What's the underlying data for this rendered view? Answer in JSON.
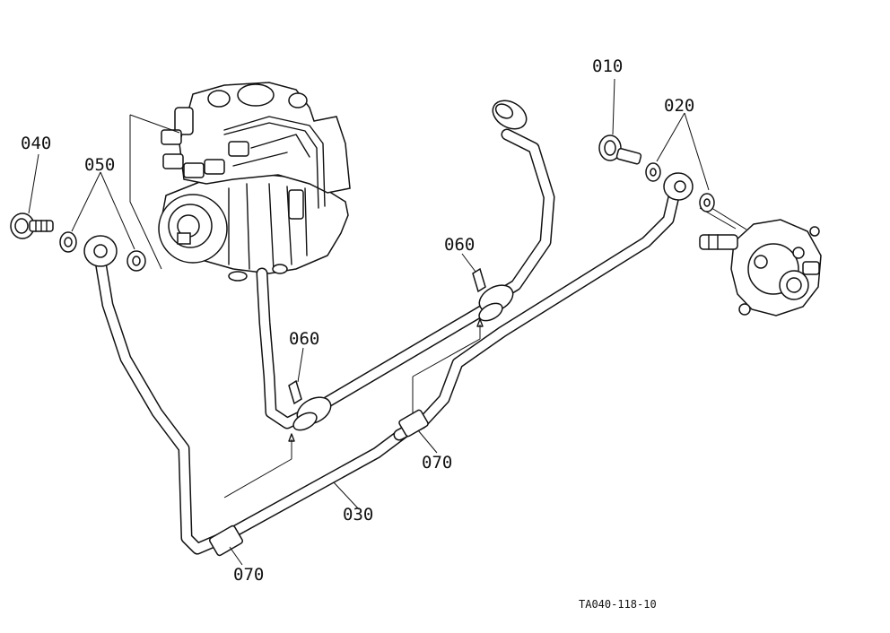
{
  "labels": {
    "p010": "010",
    "p020": "020",
    "p030": "030",
    "p040": "040",
    "p050": "050",
    "p060a": "060",
    "p060b": "060",
    "p070a": "070",
    "p070b": "070"
  },
  "reference": "TA040-118-10"
}
